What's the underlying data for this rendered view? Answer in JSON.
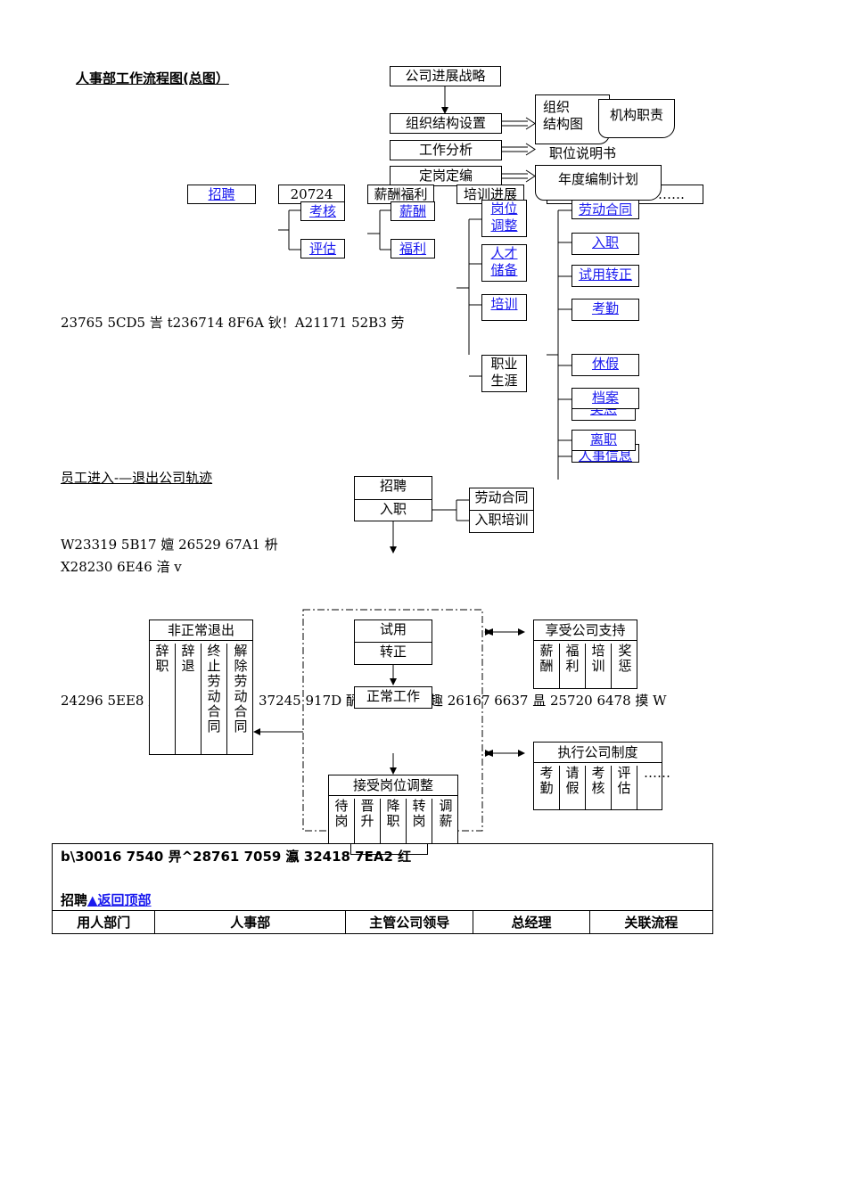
{
  "page_title": "人事部工作流程图(总图）",
  "top_chain": {
    "strategy": "公司进展战略",
    "org_setup": "组织结构设置",
    "job_analysis": "工作分析",
    "staffing": "定岗定编"
  },
  "side_docs": {
    "org_chart": "组织\n结构图",
    "dept_duty": "机构职责",
    "job_desc": "职位说明书",
    "annual_plan": "年度编制计划"
  },
  "functions": {
    "recruit": "招聘",
    "number": "20724",
    "salary_welfare": "薪酬福利",
    "training": "培训进展",
    "ellipsis": "……"
  },
  "sub_items": {
    "kaohe": "考核",
    "pinggu": "评估",
    "xinchou": "薪酬",
    "fuli": "福利",
    "gangwei": "岗位\n调整",
    "rencai": "人才\n储备",
    "peixun": "培训",
    "zhiye": "职业\n生涯",
    "laodong": "劳动合同",
    "ruzhi": "入职",
    "shiyong": "试用转正",
    "kaoqin": "考勤",
    "xiujia": "休假",
    "dangan": "档案",
    "lizhi": "离职",
    "hidden1": "奖惩",
    "hidden2": "人事信息"
  },
  "garbled_lines": {
    "line1": "23765 5CD5 訔 t236714 8F6A 钬！A21171 52B3 劳",
    "line2": "W23319 5B17 嬗 26529 67A1 枡",
    "line3": "X28230 6E46 湆 v",
    "line4_left": "24296 5EE8 廨",
    "line4_mid": "37245 917D 酽",
    "line4_right": "趣 26167 6637 昷 25720 6478 摸 W"
  },
  "track": {
    "title": "员工进入-—退出公司轨迹",
    "recruit": "招聘",
    "entry": "入职",
    "contract": "劳动合同",
    "entry_training": "入职培训",
    "probation": "试用",
    "confirm": "转正",
    "normal_work": "正常工作",
    "abnormal_exit": "非正常退出",
    "abnormal_items": [
      "辞职",
      "辞退",
      "终止劳动合同",
      "解除劳动合同"
    ],
    "support": "享受公司支持",
    "support_items": [
      "薪酬",
      "福利",
      "培训",
      "奖惩"
    ],
    "policy": "执行公司制度",
    "policy_items": [
      "考勤",
      "请假",
      "考核",
      "评估",
      "……"
    ],
    "adjust": "接受岗位调整",
    "adjust_items": [
      "待岗",
      "晋升",
      "降职",
      "转岗",
      "调薪"
    ]
  },
  "bottom_box": {
    "text": "b\\30016 7540 畀^28761 7059 瀛 32418 7EA2 红",
    "recruit_label": "招聘",
    "back_top": "▲返回顶部"
  },
  "table": {
    "headers": [
      "用人部门",
      "人事部",
      "主管公司领导",
      "总经理",
      "关联流程"
    ]
  }
}
